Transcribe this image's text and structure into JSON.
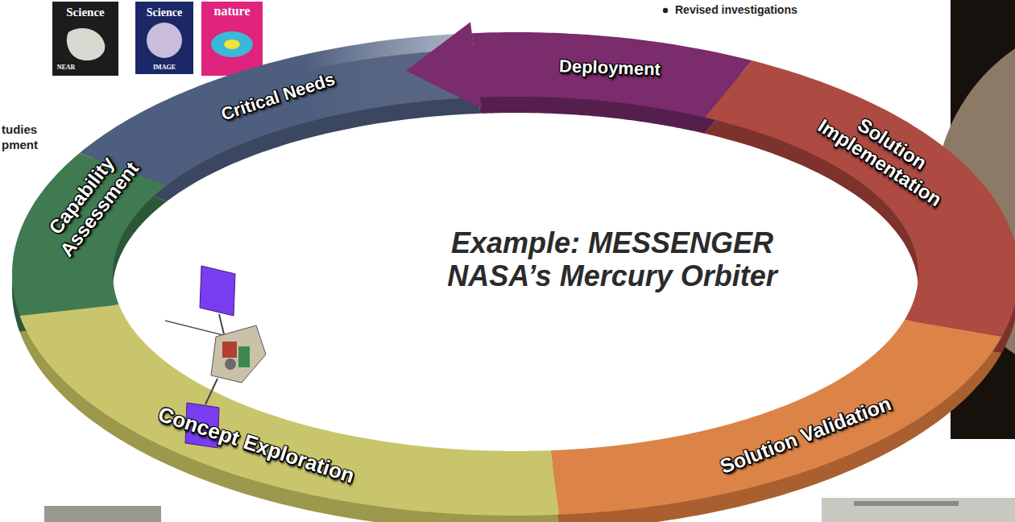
{
  "diagram": {
    "labels": [
      "Science",
      "Science",
      "nature",
      "NEAR",
      "IMAGE",
      "Revised investigations",
      "Deployment",
      "Solution Implementation",
      "Critical Needs",
      "tudies",
      "pment",
      "Capability Assessment",
      "Example: MESSENGER NASA’s Mercury Orbiter",
      "Solution Validation",
      "Concept Exploration"
    ]
  }
}
